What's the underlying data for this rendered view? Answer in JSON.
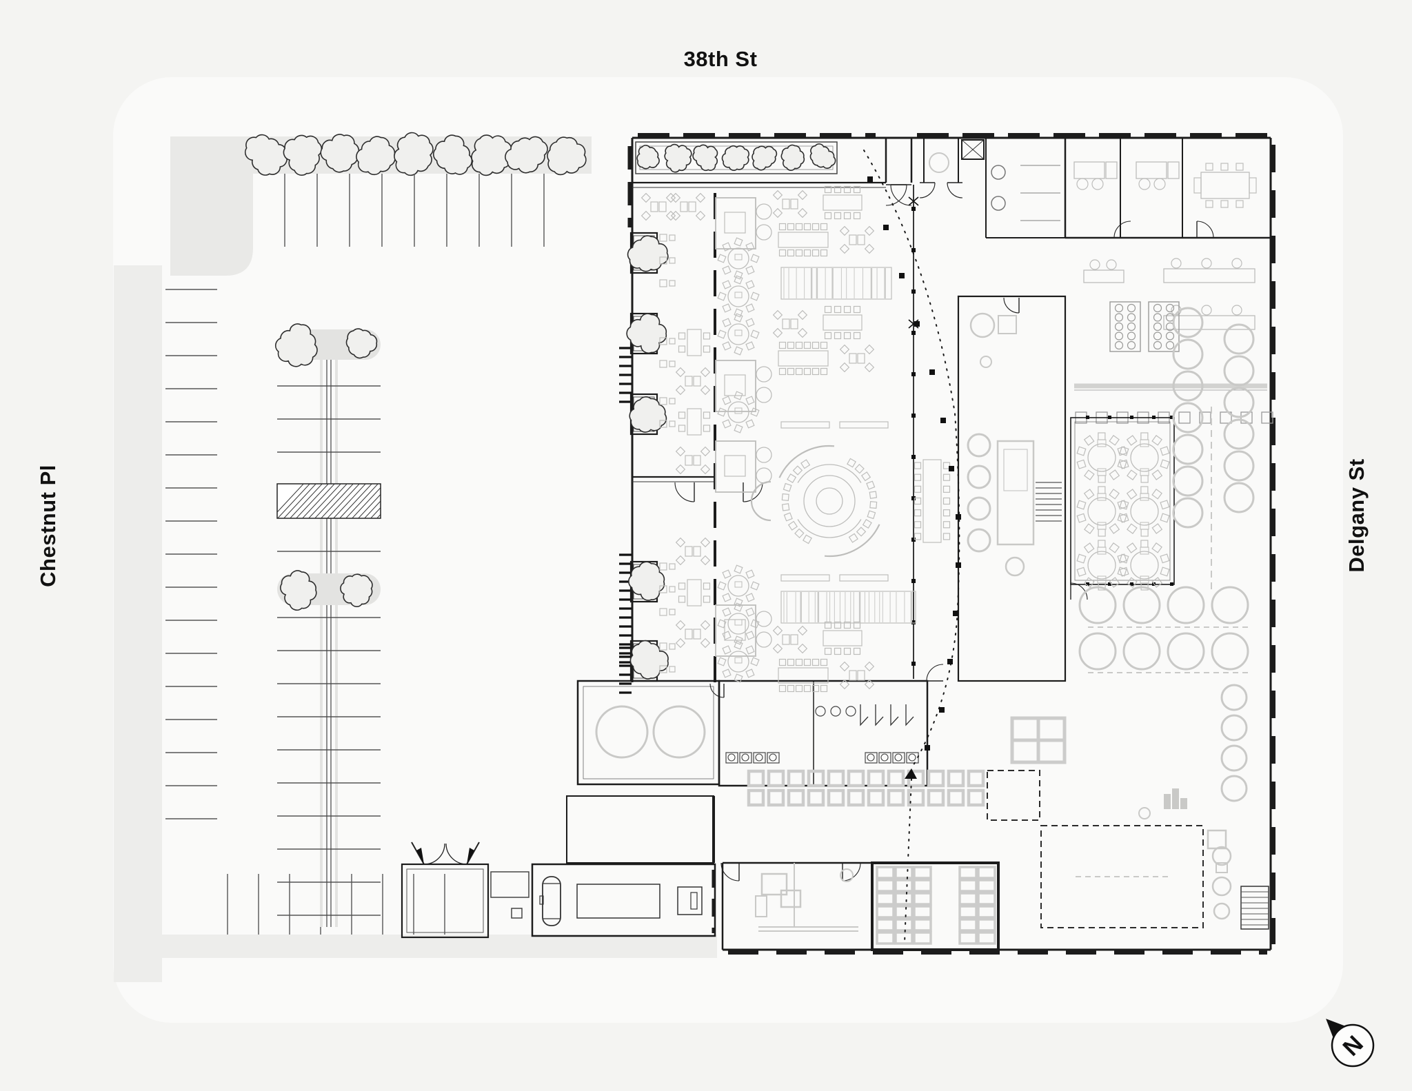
{
  "plan": {
    "type": "architectural-site-plan",
    "description": "Ground floor site plan of a brewery / beer-hall building with surface parking lot"
  },
  "streets": {
    "top": "38th St",
    "left": "Chestnut Pl",
    "right": "Delgany St"
  },
  "compass": {
    "label": "N"
  },
  "colors": {
    "background": "#f4f4f2",
    "site": "#fafaf9",
    "paving": "#e9e9e7",
    "paving_light": "#ededeb",
    "paving_dark": "#e3e3e1",
    "wall": "#1c1c1c",
    "furniture": "#bdbdbb",
    "equipment": "#c9c9c7",
    "grid": "#cccccb",
    "tree_fill": "#f0f0ee",
    "tree_stroke": "#2d2d2d",
    "text": "#111111"
  }
}
